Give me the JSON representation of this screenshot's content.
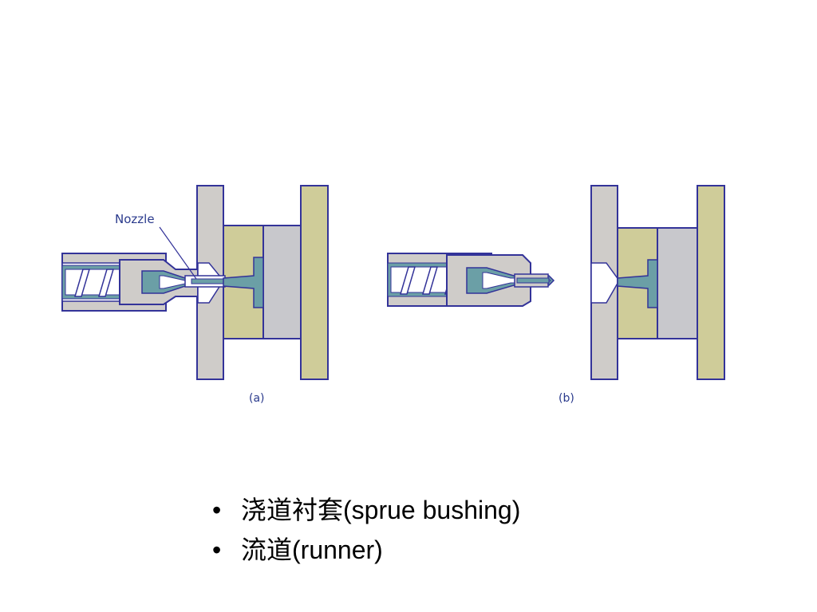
{
  "diagram": {
    "nozzle_label": "Nozzle",
    "caption_a": "(a)",
    "caption_b": "(b)",
    "colors": {
      "platen": "#cfccc9",
      "mold": "#cfcc99",
      "cavity": "#c8c8cc",
      "melt": "#6b9fa6",
      "outline": "#333399",
      "screw_flight": "#ffffff"
    }
  },
  "bullets": [
    {
      "marker": "•",
      "text": "浇道衬套(sprue bushing)"
    },
    {
      "marker": "•",
      "text": "流道(runner)"
    }
  ]
}
